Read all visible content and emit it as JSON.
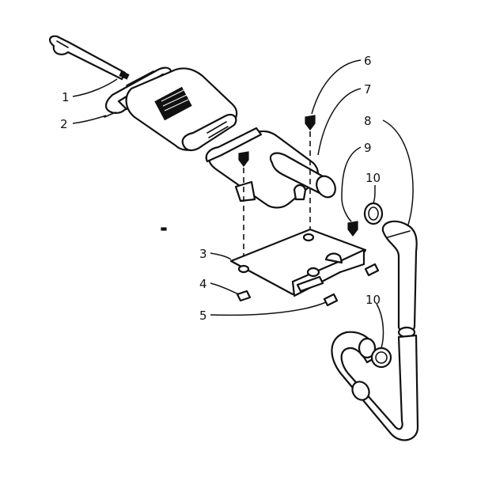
{
  "callouts": {
    "c1": "1",
    "c2": "2",
    "c3": "3",
    "c4": "4",
    "c5": "5",
    "c6": "6",
    "c7": "7",
    "c8": "8",
    "c9": "9",
    "c10a": "10",
    "c10b": "10"
  },
  "colors": {
    "ink": "#111111",
    "paper": "#ffffff"
  }
}
